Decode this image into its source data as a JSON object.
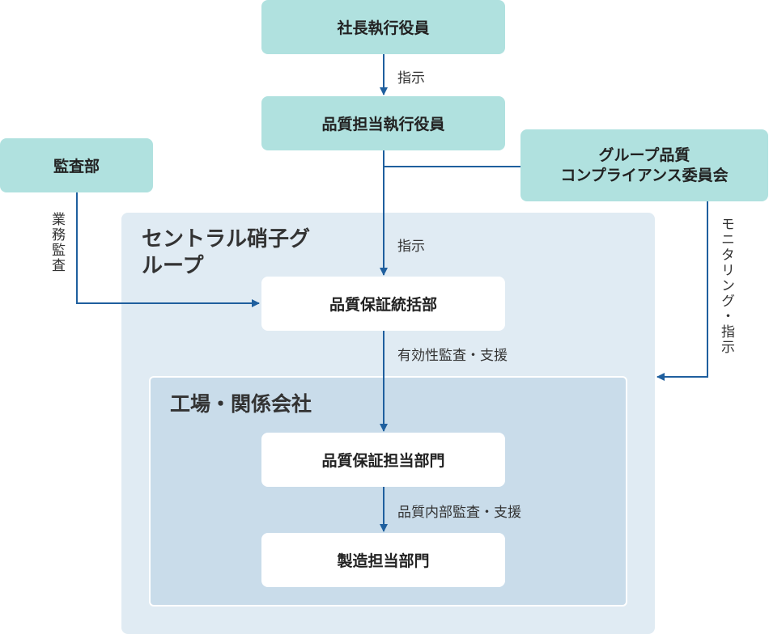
{
  "regions": {
    "outer_title": "セントラル硝子グループ",
    "inner_title": "工場・関係会社"
  },
  "boxes": {
    "president": "社長執行役員",
    "quality_officer": "品質担当執行役員",
    "audit": "監査部",
    "committee_line1": "グループ品質",
    "committee_line2": "コンプライアンス委員会",
    "qa_division": "品質保証統括部",
    "qa_section": "品質保証担当部門",
    "manufacturing": "製造担当部門"
  },
  "labels": {
    "instruct_1": "指示",
    "instruct_2": "指示",
    "audit_business": "業務監査",
    "effectiveness_audit": "有効性監査・支援",
    "internal_audit": "品質内部監査・支援",
    "monitoring": "モニタリング・指示"
  },
  "colors": {
    "box_teal": "#b0e1df",
    "outer_region": "#e0ebf3",
    "inner_region": "#c9dcea",
    "arrow": "#1f5f9e"
  }
}
